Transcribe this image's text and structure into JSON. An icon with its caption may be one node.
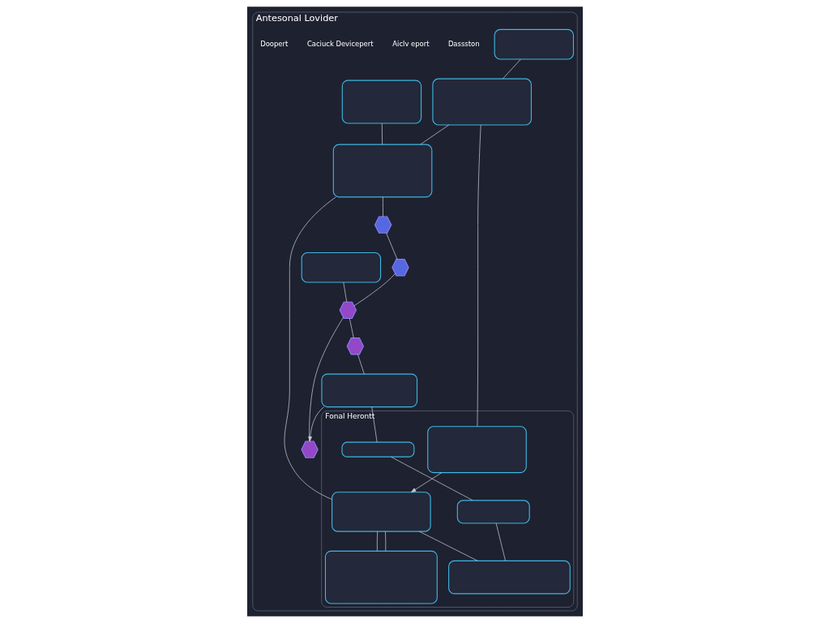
{
  "diagram": {
    "nodes": [
      {
        "text": [
          "Antesonal Lovider"
        ]
      },
      {
        "text": [
          "Fonal Herontt"
        ],
        "in": 0
      },
      {
        "text": [],
        "shape": "box",
        "in": 0
      },
      {
        "text": [],
        "shape": "box",
        "in": 0
      },
      {
        "text": [],
        "shape": "box",
        "in": 0
      },
      {
        "text": [],
        "shape": "box",
        "in": 0
      },
      {
        "text": [],
        "shape": "hexagon",
        "in": 0
      },
      {
        "text": [],
        "shape": "hexagon",
        "in": 0
      },
      {
        "text": [],
        "shape": "hexagon",
        "in": 0
      },
      {
        "text": [],
        "shape": "hexagon",
        "in": 0
      },
      {
        "text": [],
        "shape": "hexagon",
        "in": 0
      },
      {
        "text": [],
        "shape": "box",
        "in": 0
      },
      {
        "text": [],
        "shape": "box",
        "in": 0
      },
      {
        "text": [],
        "shape": "box",
        "in": 1
      },
      {
        "text": [],
        "shape": "box",
        "in": 1
      },
      {
        "text": [],
        "shape": "box",
        "in": 1
      },
      {
        "text": [],
        "shape": "box",
        "in": 1
      },
      {
        "text": [],
        "shape": "box",
        "in": 1
      },
      {
        "text": [],
        "shape": "box",
        "in": 1
      }
    ],
    "edges": [
      {
        "from": 2,
        "to": 4,
        "arrow": "none"
      },
      {
        "from": 3,
        "to": 5,
        "arrow": "none"
      },
      {
        "from": 4,
        "to": 5,
        "arrow": "none"
      },
      {
        "from": 4,
        "to": 13,
        "arrow": "none"
      },
      {
        "from": 13,
        "to": 14,
        "arrow": "to"
      },
      {
        "from": 5,
        "to": 14,
        "arrow": "none"
      },
      {
        "from": 14,
        "to": 15,
        "arrow": "none"
      },
      {
        "from": 14,
        "to": 15,
        "arrow": "none"
      },
      {
        "from": 5,
        "to": 6,
        "arrow": "none"
      },
      {
        "from": 6,
        "to": 7,
        "arrow": "none"
      },
      {
        "from": 7,
        "to": 8,
        "arrow": "none"
      },
      {
        "from": 8,
        "to": 9,
        "arrow": "none"
      },
      {
        "from": 11,
        "to": 8,
        "arrow": "none"
      },
      {
        "from": 8,
        "to": 10,
        "arrow": "none"
      },
      {
        "from": 12,
        "to": 10,
        "arrow": "to"
      },
      {
        "from": 9,
        "to": 12,
        "arrow": "none"
      },
      {
        "from": 12,
        "to": 16,
        "arrow": "none"
      },
      {
        "from": 16,
        "to": 17,
        "arrow": "none"
      },
      {
        "from": 17,
        "to": 18,
        "arrow": "none"
      },
      {
        "from": 14,
        "to": 18,
        "arrow": "none"
      }
    ],
    "labels": [
      "Dassston",
      "Aiclv eport",
      "Caciuck Devicepert",
      "Doopert"
    ]
  }
}
